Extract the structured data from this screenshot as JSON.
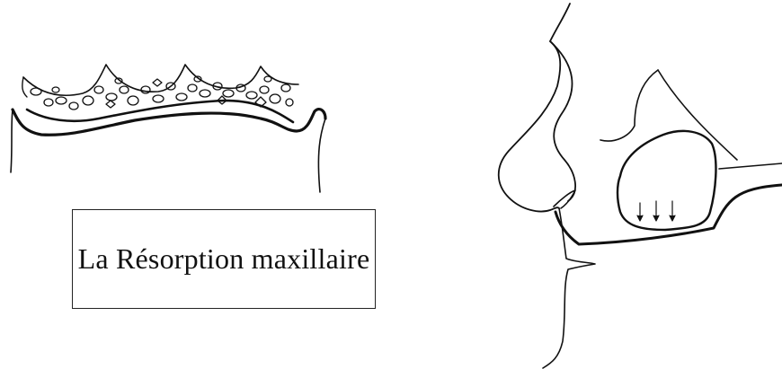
{
  "caption": {
    "text": "La Résorption maxillaire"
  },
  "colors": {
    "ink": "#111111",
    "background": "#ffffff"
  },
  "figures": [
    {
      "name": "maxillary-arch-cross-section",
      "icon": "bone-graft-cross-section"
    },
    {
      "name": "facial-profile-sinus",
      "icon": "face-profile-sinus"
    }
  ]
}
